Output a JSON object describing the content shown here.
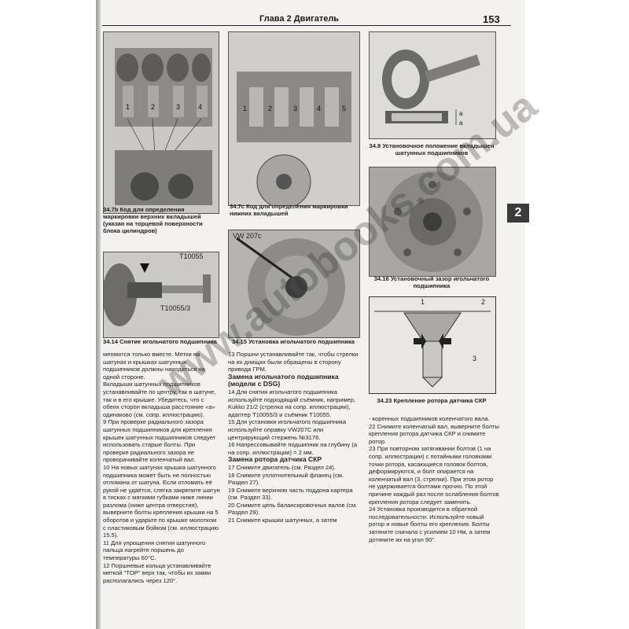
{
  "header": {
    "title": "Глава 2 Двигатель",
    "page_number": "153"
  },
  "side_tab": "2",
  "figures": [
    {
      "id": "34.7b",
      "caption": "34.7b Код для определения маркировки верхних вкладышей (указан на торцевой поверхности блока цилиндров)"
    },
    {
      "id": "34.7c",
      "caption": "34.7c Код для определения маркировки нижних вкладышей"
    },
    {
      "id": "34.8",
      "caption": "34.8 Установочное положение вкладышей шатунных подшипников"
    },
    {
      "id": "34.14",
      "caption": "34.14 Снятие игольчатого подшипника",
      "labels": [
        "T10055",
        "T10055/3"
      ]
    },
    {
      "id": "34.15",
      "caption": "34.15 Установка игольчатого подшипника",
      "labels": [
        "VW 207c"
      ]
    },
    {
      "id": "34.16",
      "caption": "34.16 Установочный зазор игольчатого подшипника"
    },
    {
      "id": "34.23",
      "caption": "34.23 Крепление ротора датчика СКР",
      "labels": [
        "1",
        "2",
        "3"
      ]
    }
  ],
  "left_column": [
    "меняются только вместе. Метки на шатунах и крышках шатунных подшипников должны находиться на одной стороне.",
    "Вкладыши шатунных подшипников устанавливайте по центру, так в шатуне, так и в его крышке. Убедитесь, что с обеих сторон вкладыша расстояние «а» одинаково (см. сопр. иллюстрацию).",
    "9  При проверке радиального зазора шатунных подшипников для крепления крышек шатунных подшипников следует использовать старые болты. При проверке радиального зазора не проворачивайте коленчатый вал.",
    "10  На новых шатунах крышка шатунного подшипника может быть не полностью отломана от шатуна. Если отломать её рукой не удаётся, слегка закрепите шатун в тисках с мягкими губками ниже линии разлома (ниже центра отверстия), выверните болты крепления крышки на 5 оборотов и ударьте по крышке молотком с пластиковым бойком (см. иллюстрацию 15.5).",
    "11  Для упрощения снятия шатунного пальца нагрейте поршень до температуры 60°С.",
    "12  Поршневые кольца устанавливайте меткой \"TOP\" верх так, чтобы их замки располагались через 120°."
  ],
  "middle_column": {
    "intro": "13  Поршни устанавливайте так, чтобы стрелки на их днищах были обращены в сторону привода ГРМ.",
    "section1": "Замена игольчатого подшипника (модели с DSG)",
    "section1_body": [
      "14  Для снятия игольчатого подшипника используйте подходящий съёмник, например, Kukko 21/2 (стрелка на сопр. иллюстрации), адаптер Т10055/3 и съёмник Т10055.",
      "15  Для установки игольчатого подшипника используйте оправку VW207С или центрирующий стержень №3176.",
      "16  Напрессовывайте подшипник на глубину (а на сопр. иллюстрации) = 2 мм."
    ],
    "section2": "Замена ротора датчика СКР",
    "section2_body": [
      "17  Снимите двигатель (см. Раздел 24).",
      "18  Снимите уплотнительный фланец (см. Раздел 27).",
      "19  Снимите верхнюю часть поддона картера (см. Раздел 33).",
      "20  Снимите цепь балансировочных валов (см. Раздел 29).",
      "21  Снимите крышки шатунных, а затем"
    ]
  },
  "right_column": [
    "- коренных подшипников коленчатого вала.",
    "22  Снимите коленчатый вал, выверните болты крепления ротора датчика СКР и снимите ротор.",
    "23  При повторном затягивании болтов (1 на сопр. иллюстрации) с потайными головками точки ротора, касающиеся головок болтов, деформируются, и болт опирается на коленчатый вал (3, стрелки). При этом ротор не удерживается болтами прочно. По этой причине каждый раз после ослабления болтов крепления ротора следует заменять.",
    "24  Установка производится в обратной последовательности. Используйте новый ротор и новые болты его крепления. Болты затяните сначала с усилием 10 Нм, а затем дотяните их на угол 90°."
  ],
  "watermark": "www.autobooks.com.ua"
}
